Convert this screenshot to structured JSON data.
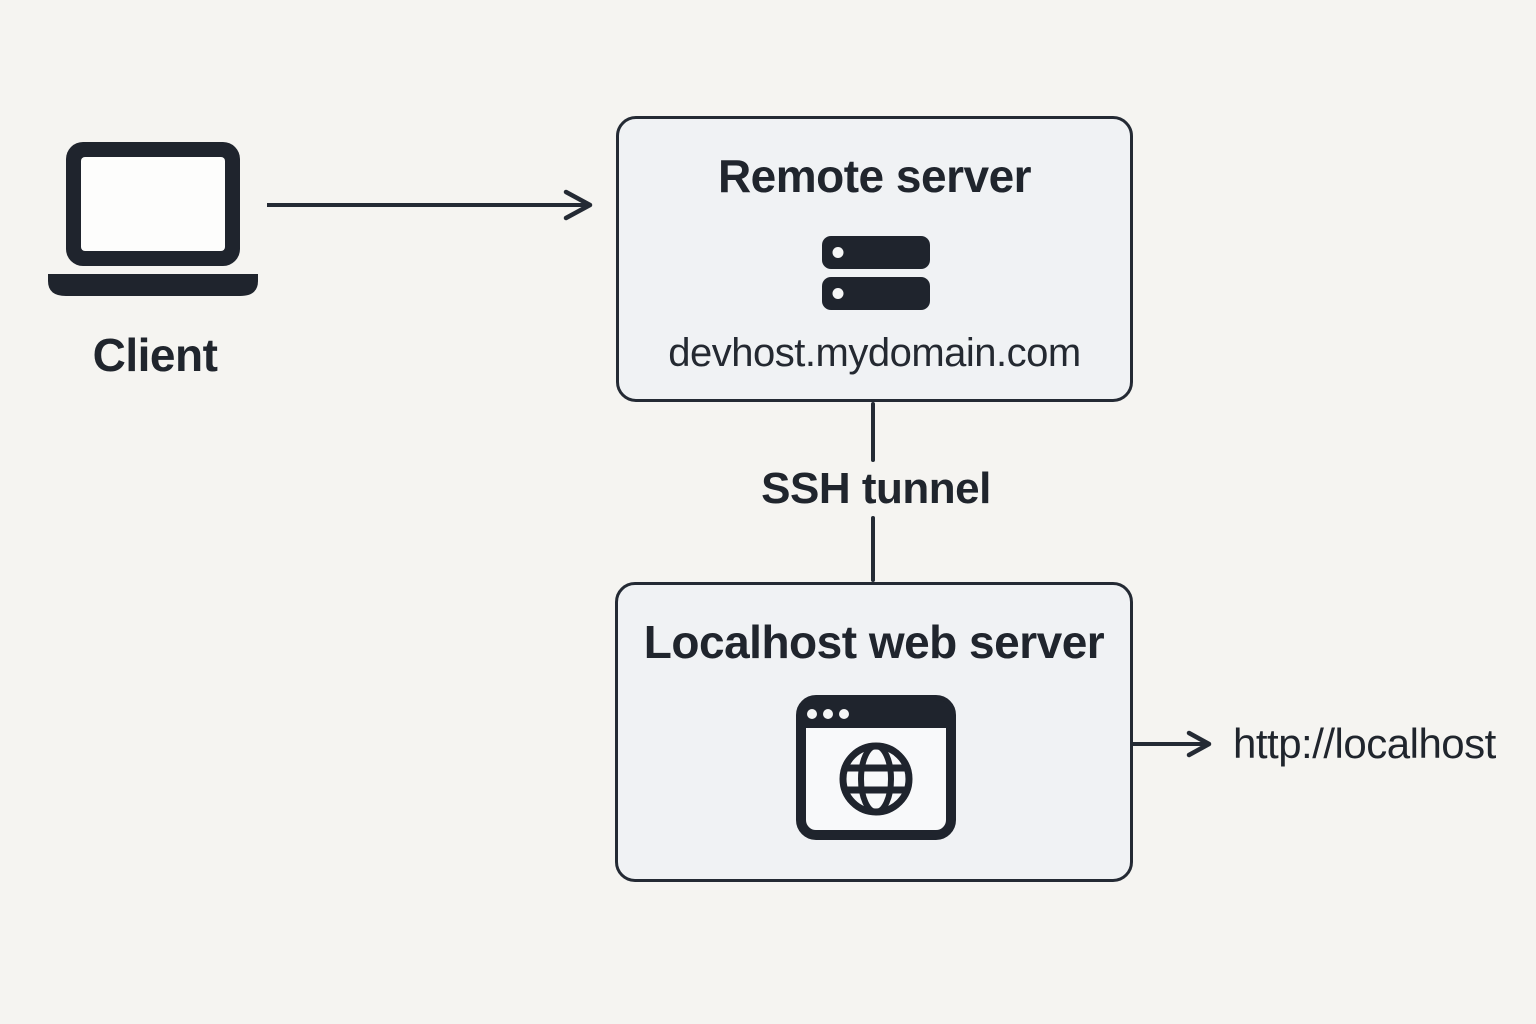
{
  "colors": {
    "background": "#f5f4f1",
    "node_fill": "#f0f2f4",
    "stroke": "#242a34",
    "text": "#20252d",
    "icon_fill": "#1f242d",
    "icon_highlight": "#fdfdfc"
  },
  "client": {
    "label": "Client",
    "icon": "laptop-icon"
  },
  "remote_server": {
    "title": "Remote server",
    "hostname": "devhost.mydomain.com",
    "icon": "server-icon"
  },
  "ssh_tunnel": {
    "label": "SSH tunnel"
  },
  "localhost_server": {
    "title": "Localhost web server",
    "icon": "browser-globe-icon"
  },
  "localhost_url": {
    "label": "http://localhost"
  }
}
